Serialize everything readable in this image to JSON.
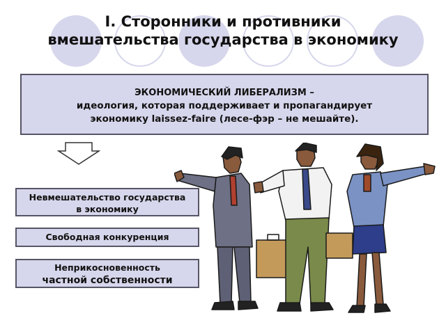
{
  "slide": {
    "title_line1": "I. Сторонники и противники",
    "title_line2": "вмешательства государства в экономику"
  },
  "definition": {
    "heading": "ЭКОНОМИЧЕСКИЙ ЛИБЕРАЛИЗМ –",
    "line1": "идеология, которая поддерживает и пропагандирует",
    "line2": "экономику laissez-faire (лесе-фэр – не мешайте)."
  },
  "principles": [
    {
      "line1": "Невмешательство государства",
      "line2": "в экономику"
    },
    {
      "line1": "Свободная конкуренция"
    },
    {
      "line1": "Неприкосновенность",
      "line2": "частной собственности"
    }
  ],
  "colors": {
    "box_fill": "#d6d6ec",
    "box_border": "#555566",
    "circle_fill": "#d6d6ec"
  },
  "icons": [
    "arrow-down-icon",
    "business-people-clipart"
  ]
}
